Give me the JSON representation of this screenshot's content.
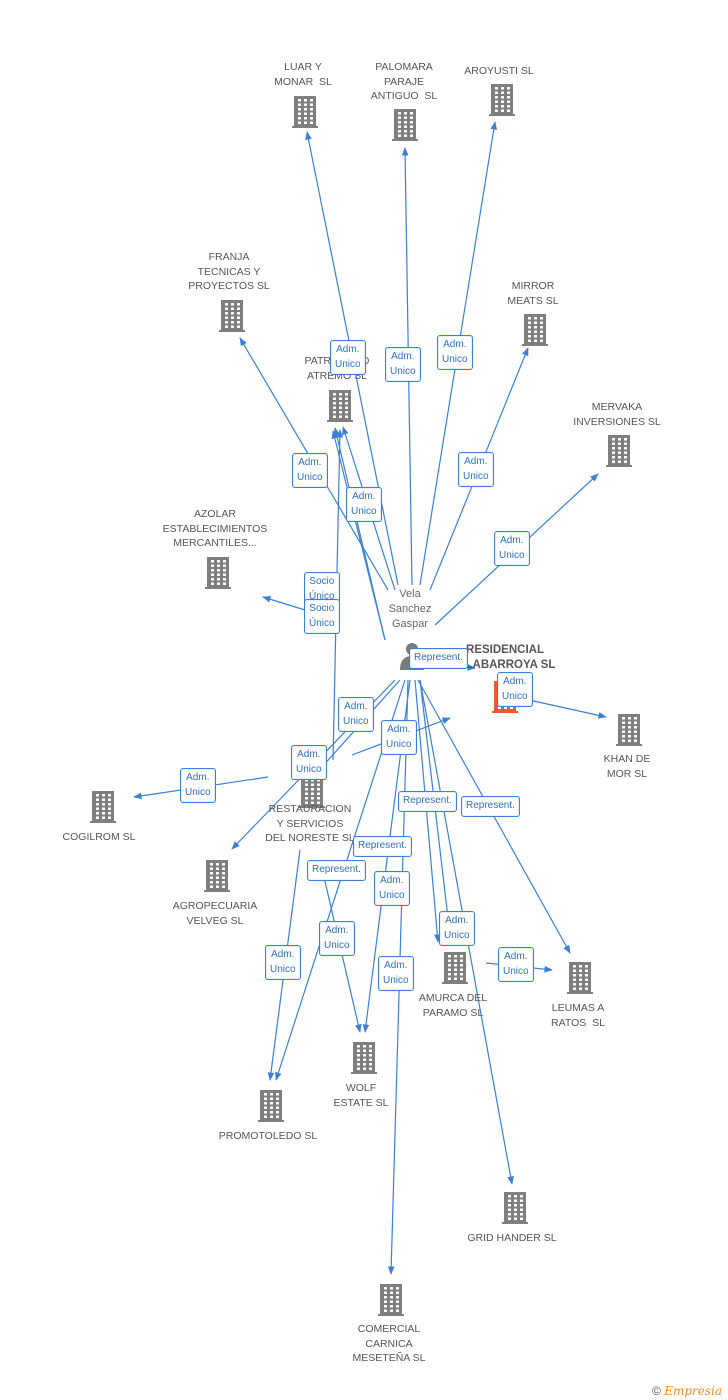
{
  "colors": {
    "edge": "#3b7fd6",
    "building": "#7f7f7f",
    "central": "#ef5a2a",
    "person": "#7a7a7a"
  },
  "person": {
    "name": "Vela\nSanchez\nGaspar",
    "icon": "person-icon"
  },
  "central_company": {
    "name": "RESIDENCIAL\nVILABARROYA SL",
    "icon": "building-icon"
  },
  "companies": [
    {
      "id": "luar",
      "name": "LUAR Y\nMONAR  SL"
    },
    {
      "id": "palomara",
      "name": "PALOMARA\nPARAJE\nANTIGUO  SL"
    },
    {
      "id": "aroyusti",
      "name": "AROYUSTI SL"
    },
    {
      "id": "franja",
      "name": "FRANJA\nTECNICAS Y\nPROYECTOS SL"
    },
    {
      "id": "mirror",
      "name": "MIRROR\nMEATS SL"
    },
    {
      "id": "patrimonio",
      "name": "PATRIMONIO\nATREMO SL"
    },
    {
      "id": "mervaka",
      "name": "MERVAKA\nINVERSIONES SL"
    },
    {
      "id": "azolar",
      "name": "AZOLAR\nESTABLECIMIENTOS\nMERCANTILES..."
    },
    {
      "id": "khan",
      "name": "KHAN DE\nMOR SL"
    },
    {
      "id": "cogilrom",
      "name": "COGILROM SL"
    },
    {
      "id": "restauracion",
      "name": "RESTAURACION\nY SERVICIOS\nDEL NORESTE SL"
    },
    {
      "id": "agropecuaria",
      "name": "AGROPECUARIA\nVELVEG SL"
    },
    {
      "id": "amurca",
      "name": "AMURCA DEL\nPARAMO SL"
    },
    {
      "id": "leumas",
      "name": "LEUMAS A\nRATOS  SL"
    },
    {
      "id": "wolf",
      "name": "WOLF\nESTATE SL"
    },
    {
      "id": "promotoledo",
      "name": "PROMOTOLEDO SL"
    },
    {
      "id": "gridhander",
      "name": "GRID HANDER SL"
    },
    {
      "id": "comercial",
      "name": "COMERCIAL\nCARNICA\nMESETEÑA SL"
    }
  ],
  "relations": [
    "Adm.\nUnico",
    "Adm.\nUnico",
    "Adm.\nUnico",
    "Adm.\nUnico",
    "Adm.\nUnico",
    "Adm.\nUnico",
    "Adm.\nUnico",
    "Socio\nÚnico",
    "Socio\nÚnico",
    "Represent.",
    "Adm.\nUnico",
    "Adm.\nUnico",
    "Adm.\nUnico",
    "Adm.\nUnico",
    "Adm.\nUnico",
    "Represent.",
    "Represent.",
    "Represent.",
    "Represent.",
    "Adm.\nUnico",
    "Adm.\nUnico",
    "Adm.\nUnico",
    "Adm.\nUnico",
    "Adm.\nUnico",
    "Adm.\nUnico"
  ],
  "footer": {
    "copyright": "©",
    "brand": "Empresia"
  }
}
